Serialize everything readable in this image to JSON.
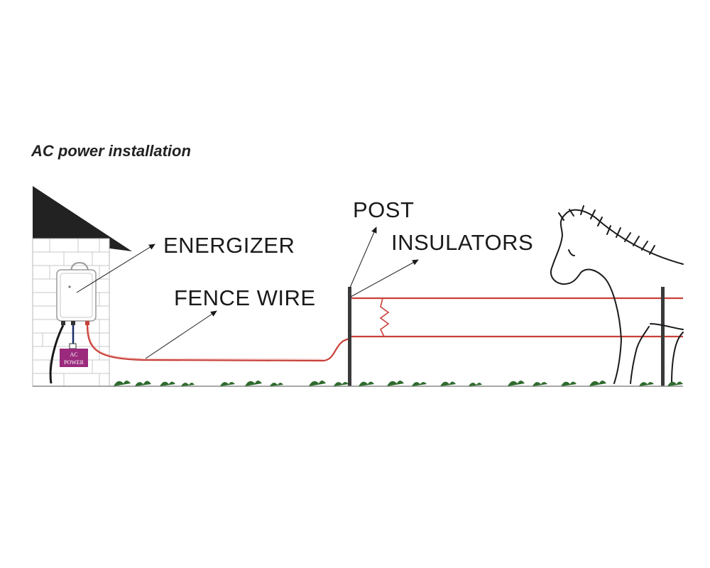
{
  "title": "AC power installation",
  "labels": {
    "energizer": "ENERGIZER",
    "fence_wire": "FENCE WIRE",
    "post": "POST",
    "insulators": "INSULATORS",
    "ac_power_line1": "AC",
    "ac_power_line2": "POWER"
  },
  "colors": {
    "wire": "#c8413a",
    "roof": "#222222",
    "ac_badge": "#9b2a7d",
    "grass": "#2e6b2e",
    "text": "#1a1a1a"
  }
}
